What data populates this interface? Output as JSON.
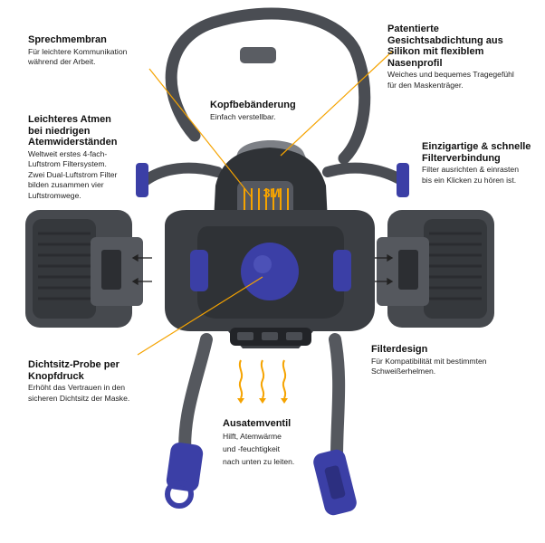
{
  "colors": {
    "leader": "#f5a300",
    "mask_body": "#3b3e43",
    "mask_dark": "#2a2c30",
    "accent_blue": "#3b3fa6",
    "strap": "#4a4d53",
    "filter_grey": "#46494e"
  },
  "labels": {
    "sprechmembran": {
      "title": "Sprechmembran",
      "desc": [
        "Für leichtere Kommunikation",
        "während der Arbeit."
      ]
    },
    "abdichtung": {
      "title": [
        "Patentierte",
        "Gesichtsabdichtung aus",
        "Silikon mit flexiblem",
        "Nasenprofil"
      ],
      "desc": [
        "Weiches und bequemes Tragegefühl",
        "für den Maskenträger."
      ]
    },
    "kopfbebaenderung": {
      "title": "Kopfbebänderung",
      "desc": [
        "Einfach verstellbar."
      ]
    },
    "atmen": {
      "title": [
        "Leichteres Atmen",
        "bei niedrigen",
        "Atemwiderständen"
      ],
      "desc": [
        "Weltweit erstes 4-fach-",
        "Luftstrom Filtersystem.",
        "Zwei Dual-Luftstrom Filter",
        "bilden zusammen vier",
        "Luftstromwege."
      ]
    },
    "filterverbindung": {
      "title": [
        "Einzigartige & schnelle",
        "Filterverbindung"
      ],
      "desc": [
        "Filter ausrichten & einrasten",
        "bis ein Klicken zu hören ist."
      ]
    },
    "dichtsitz": {
      "title": [
        "Dichtsitz-Probe per",
        "Knopfdruck"
      ],
      "desc": [
        "Erhöht das Vertrauen in den",
        "sicheren Dichtsitz der Maske."
      ]
    },
    "filterdesign": {
      "title": "Filterdesign",
      "desc": [
        "Für Kompatibilität mit bestimmten",
        "Schweißerhelmen."
      ]
    },
    "ausatemventil": {
      "title": "Ausatemventil",
      "desc": [
        "Hilft, Atemwärme",
        "und -feuchtigkeit",
        "nach unten zu leiten."
      ]
    }
  },
  "mask_logo": "3M"
}
